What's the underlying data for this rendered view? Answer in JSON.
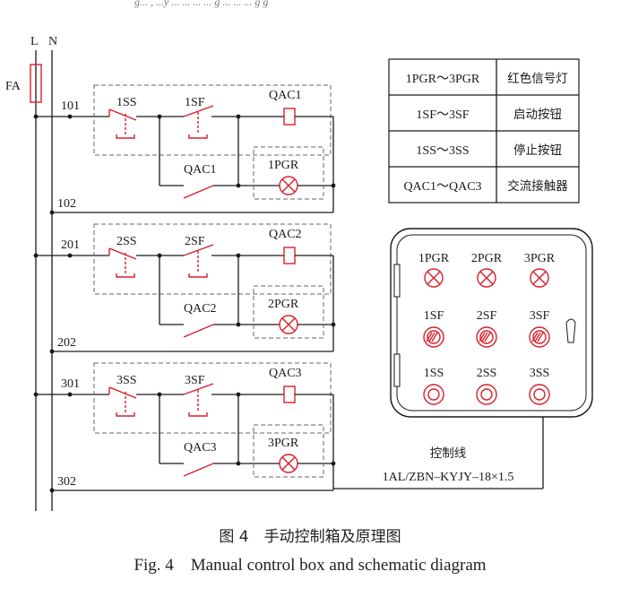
{
  "top_cut_text": "g... , ...y ... ... ... ... g ... ... ... g g",
  "lines": {
    "L": "L",
    "N": "N",
    "FA": "FA"
  },
  "rows": [
    {
      "start_node": "101",
      "end_node": "102",
      "stop": "1SS",
      "start": "1SF",
      "coil": "QAC1",
      "aux": "QAC1",
      "lamp": "1PGR"
    },
    {
      "start_node": "201",
      "end_node": "202",
      "stop": "2SS",
      "start": "2SF",
      "coil": "QAC2",
      "aux": "QAC2",
      "lamp": "2PGR"
    },
    {
      "start_node": "301",
      "end_node": "302",
      "stop": "3SS",
      "start": "3SF",
      "coil": "QAC3",
      "aux": "QAC3",
      "lamp": "3PGR"
    }
  ],
  "legend": [
    {
      "symbol": "1PGR～3PGR",
      "meaning": "红色信号灯"
    },
    {
      "symbol": "1SF～3SF",
      "meaning": "启动按钮"
    },
    {
      "symbol": "1SS～3SS",
      "meaning": "停止按钮"
    },
    {
      "symbol": "QAC1～QAC3",
      "meaning": "交流接触器"
    }
  ],
  "panel": {
    "lamps": [
      "1PGR",
      "2PGR",
      "3PGR"
    ],
    "start_buttons": [
      "1SF",
      "2SF",
      "3SF"
    ],
    "stop_buttons": [
      "1SS",
      "2SS",
      "3SS"
    ],
    "cable_label": "控制线",
    "cable_spec": "1AL/ZBN–KYJY–18×1.5"
  },
  "caption": {
    "cn": "图 4　手动控制箱及原理图",
    "en": "Fig. 4　Manual control box and schematic diagram"
  },
  "colors": {
    "symbol_red": "#d8202a",
    "wire": "#1a1a1a",
    "dashed_box": "#666666"
  }
}
